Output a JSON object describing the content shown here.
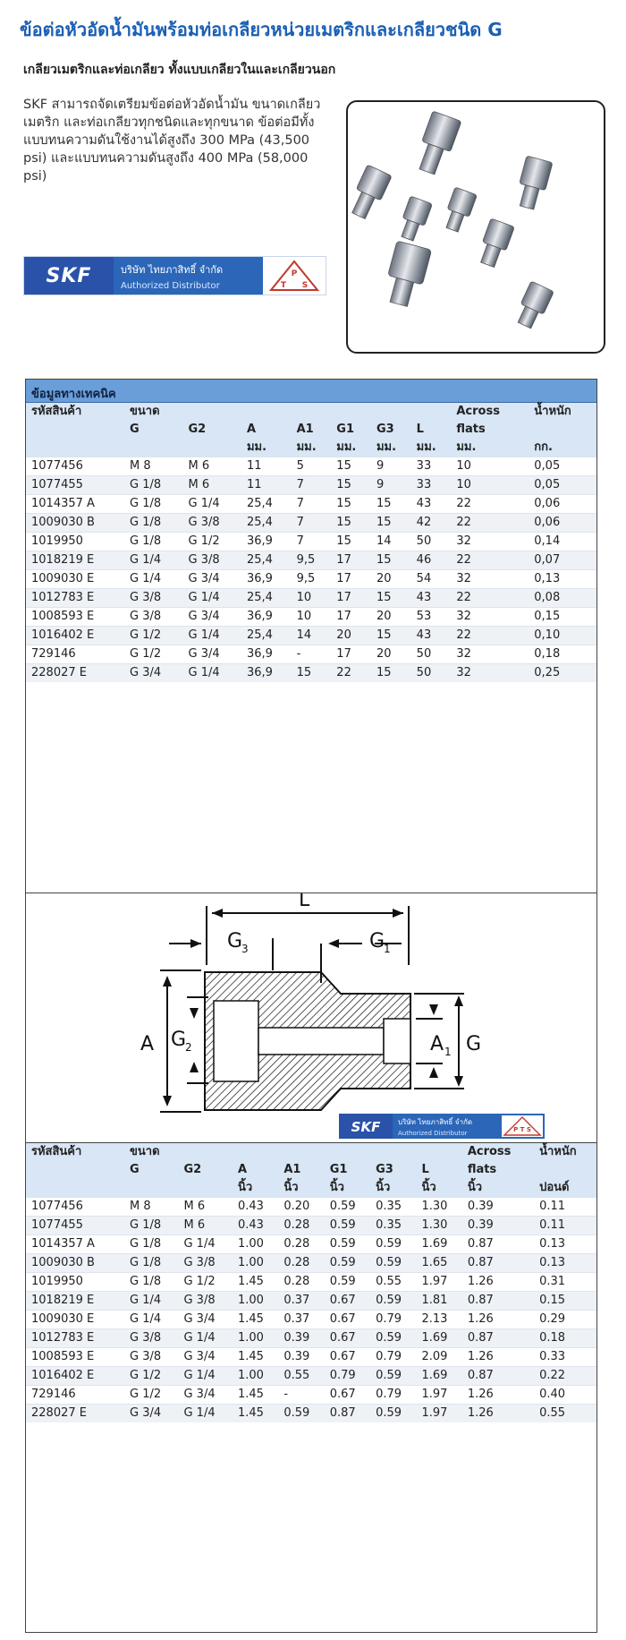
{
  "page": {
    "title": "ข้อต่อหัวอัดน้ำมันพร้อมท่อเกลียวหน่วยเมตริกและเกลียวชนิด G",
    "subtitle": "เกลียวเมตริกและท่อเกลียว ทั้งแบบเกลียวในและเกลียวนอก",
    "intro": "SKF สามารถจัดเตรียมข้อต่อหัวอัดน้ำมัน ขนาดเกลียวเมตริก และท่อเกลียวทุกชนิดและทุกขนาด ข้อต่อมีทั้งแบบทนความดันใช้งานได้สูงถึง 300 MPa (43,500 psi) และแบบทนความดันสูงถึง 400 MPa (58,000 psi)"
  },
  "badge": {
    "brand": "SKF",
    "company": "บริษัท ไทยภาสิทธิ์ จำกัด",
    "role": "Authorized Distributor",
    "mark": "PTS"
  },
  "colors": {
    "title": "#1a5fb4",
    "header_bar": "#6a9ed8",
    "header_bg": "#d8e6f6",
    "brand_blue": "#2a52a8"
  },
  "table1": {
    "caption": "ข้อมูลทางเทคนิค",
    "headers": {
      "code": "รหัสสินค้า",
      "size": "ขนาด",
      "g": "G",
      "g2": "G2",
      "a": "A",
      "a1": "A1",
      "g1": "G1",
      "g3": "G3",
      "l": "L",
      "af1": "Across",
      "af2": "flats",
      "wt": "น้ำหนัก",
      "unit": "มม.",
      "wt_unit": "กก."
    },
    "rows": [
      [
        "1077456",
        "M 8",
        "M 6",
        "11",
        "5",
        "15",
        "9",
        "33",
        "10",
        "0,05"
      ],
      [
        "1077455",
        "G 1/8",
        "M 6",
        "11",
        "7",
        "15",
        "9",
        "33",
        "10",
        "0,05"
      ],
      [
        "1014357 A",
        "G 1/8",
        "G 1/4",
        "25,4",
        "7",
        "15",
        "15",
        "43",
        "22",
        "0,06"
      ],
      [
        "1009030 B",
        "G 1/8",
        "G 3/8",
        "25,4",
        "7",
        "15",
        "15",
        "42",
        "22",
        "0,06"
      ],
      [
        "1019950",
        "G 1/8",
        "G 1/2",
        "36,9",
        "7",
        "15",
        "14",
        "50",
        "32",
        "0,14"
      ],
      [
        "1018219 E",
        "G 1/4",
        "G 3/8",
        "25,4",
        "9,5",
        "17",
        "15",
        "46",
        "22",
        "0,07"
      ],
      [
        "1009030 E",
        "G 1/4",
        "G 3/4",
        "36,9",
        "9,5",
        "17",
        "20",
        "54",
        "32",
        "0,13"
      ],
      [
        "1012783 E",
        "G 3/8",
        "G 1/4",
        "25,4",
        "10",
        "17",
        "15",
        "43",
        "22",
        "0,08"
      ],
      [
        "1008593 E",
        "G 3/8",
        "G 3/4",
        "36,9",
        "10",
        "17",
        "20",
        "53",
        "32",
        "0,15"
      ],
      [
        "1016402 E",
        "G 1/2",
        "G 1/4",
        "25,4",
        "14",
        "20",
        "15",
        "43",
        "22",
        "0,10"
      ],
      [
        "729146",
        "G 1/2",
        "G 3/4",
        "36,9",
        "-",
        "17",
        "20",
        "50",
        "32",
        "0,18"
      ],
      [
        "228027 E",
        "G 3/4",
        "G 1/4",
        "36,9",
        "15",
        "22",
        "15",
        "50",
        "32",
        "0,25"
      ]
    ]
  },
  "diagram": {
    "labels": {
      "l": "L",
      "g3": "G",
      "g3_sub": "3",
      "g1": "G",
      "g1_sub": "1",
      "a": "A",
      "g2": "G",
      "g2_sub": "2",
      "a1": "A",
      "a1_sub": "1",
      "g": "G"
    },
    "badge_brand": "SKF",
    "badge_company": "บริษัท ไทยภาสิทธิ์ จำกัด",
    "badge_role": "Authorized Distributor",
    "badge_mark": "PTS"
  },
  "table2": {
    "headers": {
      "code": "รหัสสินค้า",
      "size": "ขนาด",
      "g": "G",
      "g2": "G2",
      "a": "A",
      "a1": "A1",
      "g1": "G1",
      "g3": "G3",
      "l": "L",
      "af1": "Across",
      "af2": "flats",
      "wt": "น้ำหนัก",
      "unit": "นิ้ว",
      "wt_unit": "ปอนด์"
    },
    "rows": [
      [
        "1077456",
        "M 8",
        "M 6",
        "0.43",
        "0.20",
        "0.59",
        "0.35",
        "1.30",
        "0.39",
        "0.11"
      ],
      [
        "1077455",
        "G 1/8",
        "M 6",
        "0.43",
        "0.28",
        "0.59",
        "0.35",
        "1.30",
        "0.39",
        "0.11"
      ],
      [
        "1014357 A",
        "G 1/8",
        "G 1/4",
        "1.00",
        "0.28",
        "0.59",
        "0.59",
        "1.69",
        "0.87",
        "0.13"
      ],
      [
        "1009030 B",
        "G 1/8",
        "G 3/8",
        "1.00",
        "0.28",
        "0.59",
        "0.59",
        "1.65",
        "0.87",
        "0.13"
      ],
      [
        "1019950",
        "G 1/8",
        "G 1/2",
        "1.45",
        "0.28",
        "0.59",
        "0.55",
        "1.97",
        "1.26",
        "0.31"
      ],
      [
        "1018219 E",
        "G 1/4",
        "G 3/8",
        "1.00",
        "0.37",
        "0.67",
        "0.59",
        "1.81",
        "0.87",
        "0.15"
      ],
      [
        "1009030 E",
        "G 1/4",
        "G 3/4",
        "1.45",
        "0.37",
        "0.67",
        "0.79",
        "2.13",
        "1.26",
        "0.29"
      ],
      [
        "1012783 E",
        "G 3/8",
        "G 1/4",
        "1.00",
        "0.39",
        "0.67",
        "0.59",
        "1.69",
        "0.87",
        "0.18"
      ],
      [
        "1008593 E",
        "G 3/8",
        "G 3/4",
        "1.45",
        "0.39",
        "0.67",
        "0.79",
        "2.09",
        "1.26",
        "0.33"
      ],
      [
        "1016402 E",
        "G 1/2",
        "G 1/4",
        "1.00",
        "0.55",
        "0.79",
        "0.59",
        "1.69",
        "0.87",
        "0.22"
      ],
      [
        "729146",
        "G 1/2",
        "G 3/4",
        "1.45",
        "-",
        "0.67",
        "0.79",
        "1.97",
        "1.26",
        "0.40"
      ],
      [
        "228027 E",
        "G 3/4",
        "G 1/4",
        "1.45",
        "0.59",
        "0.87",
        "0.59",
        "1.97",
        "1.26",
        "0.55"
      ]
    ]
  }
}
